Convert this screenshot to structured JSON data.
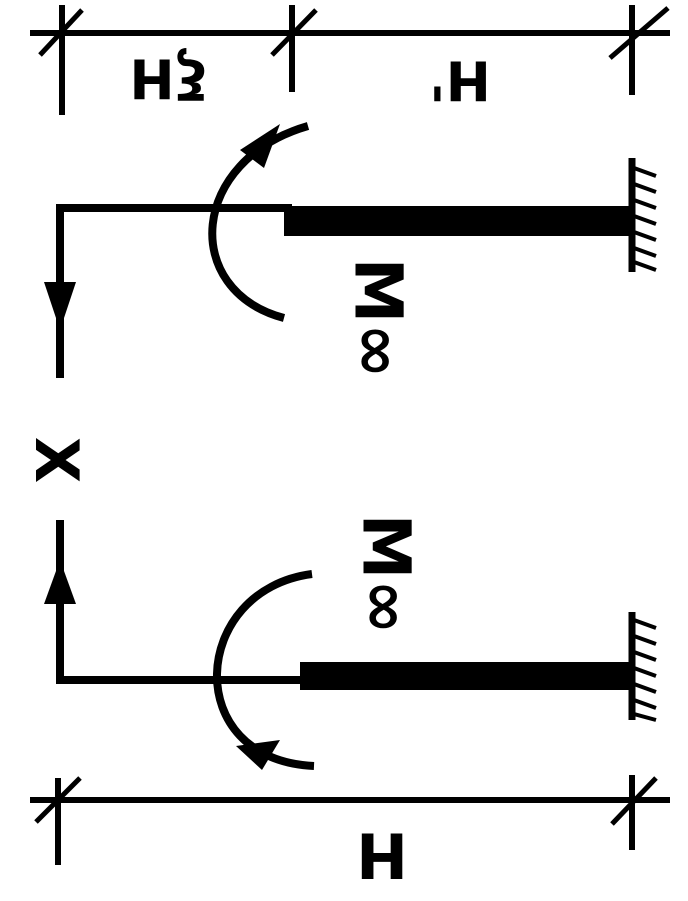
{
  "labels": {
    "top_dim_left": "ξH",
    "top_dim_right": "H'",
    "bottom_dim": "H",
    "force": "X",
    "moment_top": "M∞",
    "moment_bottom": "M∞"
  },
  "colors": {
    "ink": "#000000",
    "background": "#ffffff"
  }
}
